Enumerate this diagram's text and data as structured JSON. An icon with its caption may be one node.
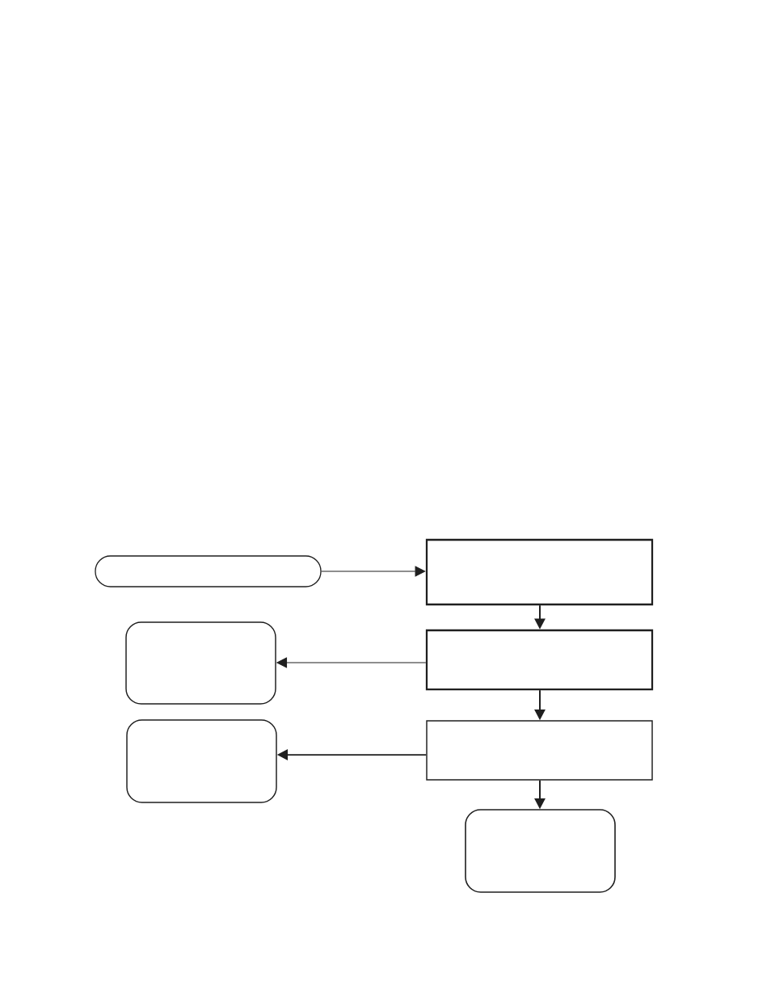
{
  "diagram": {
    "nodes": [
      {
        "text": [],
        "shape": "pill"
      },
      {
        "text": [],
        "shape": "box"
      },
      {
        "text": [],
        "shape": "rounded"
      },
      {
        "text": [],
        "shape": "box"
      },
      {
        "text": [],
        "shape": "rounded"
      },
      {
        "text": [],
        "shape": "box"
      },
      {
        "text": [],
        "shape": "rounded"
      }
    ],
    "edges": [
      {
        "from": 0,
        "to": 1,
        "arrow": "to"
      },
      {
        "from": 1,
        "to": 3,
        "arrow": "to"
      },
      {
        "from": 3,
        "to": 2,
        "arrow": "to"
      },
      {
        "from": 3,
        "to": 5,
        "arrow": "to"
      },
      {
        "from": 5,
        "to": 4,
        "arrow": "to"
      },
      {
        "from": 5,
        "to": 6,
        "arrow": "to"
      }
    ]
  }
}
